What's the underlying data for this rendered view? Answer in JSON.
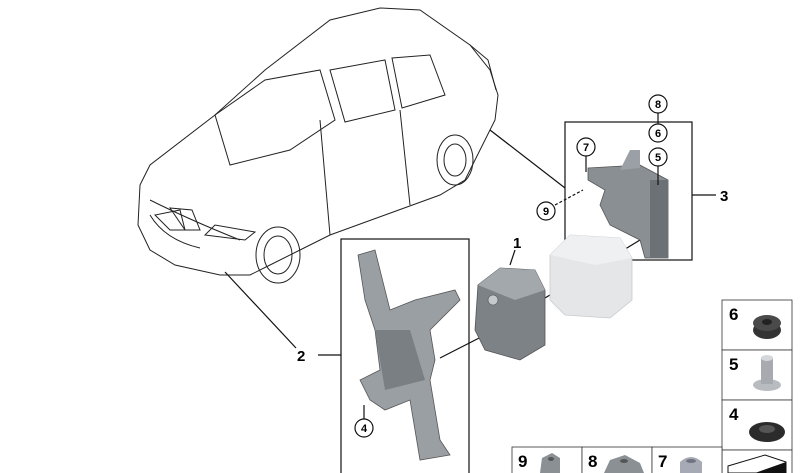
{
  "diagram": {
    "main_labels": {
      "part1": "1",
      "part2": "2",
      "part3": "3"
    },
    "callouts": {
      "c8": "8",
      "c6": "6",
      "c5": "5",
      "c7": "7",
      "c9": "9",
      "c4": "4"
    },
    "tiles": {
      "t6": "6",
      "t5": "5",
      "t4": "4",
      "t9": "9",
      "t8": "8",
      "t7": "7"
    }
  }
}
